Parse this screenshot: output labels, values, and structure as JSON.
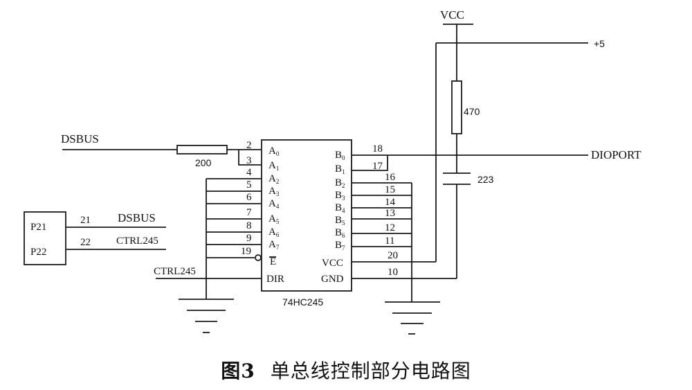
{
  "nets": {
    "vcc": "VCC",
    "plus5": "+5",
    "dsbus_left": "DSBUS",
    "dsbus_conn": "DSBUS",
    "ctrl245_conn": "CTRL245",
    "ctrl245_left": "CTRL245",
    "dioport": "DIOPORT"
  },
  "components": {
    "resistor_200": "200",
    "resistor_470": "470",
    "capacitor_223": "223",
    "chip_name": "74HC245",
    "connector_pins": [
      {
        "label": "P21",
        "num": "21"
      },
      {
        "label": "P22",
        "num": "22"
      }
    ]
  },
  "chip": {
    "left_pins": [
      {
        "num": "2",
        "label": "A",
        "sub": "0"
      },
      {
        "num": "3",
        "label": "A",
        "sub": "1"
      },
      {
        "num": "4",
        "label": "A",
        "sub": "2"
      },
      {
        "num": "5",
        "label": "A",
        "sub": "3"
      },
      {
        "num": "6",
        "label": "A",
        "sub": "4"
      },
      {
        "num": "7",
        "label": "A",
        "sub": "5"
      },
      {
        "num": "8",
        "label": "A",
        "sub": "6"
      },
      {
        "num": "9",
        "label": "A",
        "sub": "7"
      },
      {
        "num": "19",
        "label": "E",
        "sub": ""
      },
      {
        "num": "",
        "label": "DIR",
        "sub": ""
      }
    ],
    "right_pins": [
      {
        "num": "18",
        "label": "B",
        "sub": "0"
      },
      {
        "num": "17",
        "label": "B",
        "sub": "1"
      },
      {
        "num": "16",
        "label": "B",
        "sub": "2"
      },
      {
        "num": "15",
        "label": "B",
        "sub": "3"
      },
      {
        "num": "14",
        "label": "B",
        "sub": "4"
      },
      {
        "num": "13",
        "label": "B",
        "sub": "5"
      },
      {
        "num": "12",
        "label": "B",
        "sub": "6"
      },
      {
        "num": "11",
        "label": "B",
        "sub": "7"
      },
      {
        "num": "20",
        "label": "VCC",
        "sub": ""
      },
      {
        "num": "10",
        "label": "GND",
        "sub": ""
      }
    ]
  },
  "caption": {
    "figure": "图3",
    "title": "单总线控制部分电路图"
  }
}
